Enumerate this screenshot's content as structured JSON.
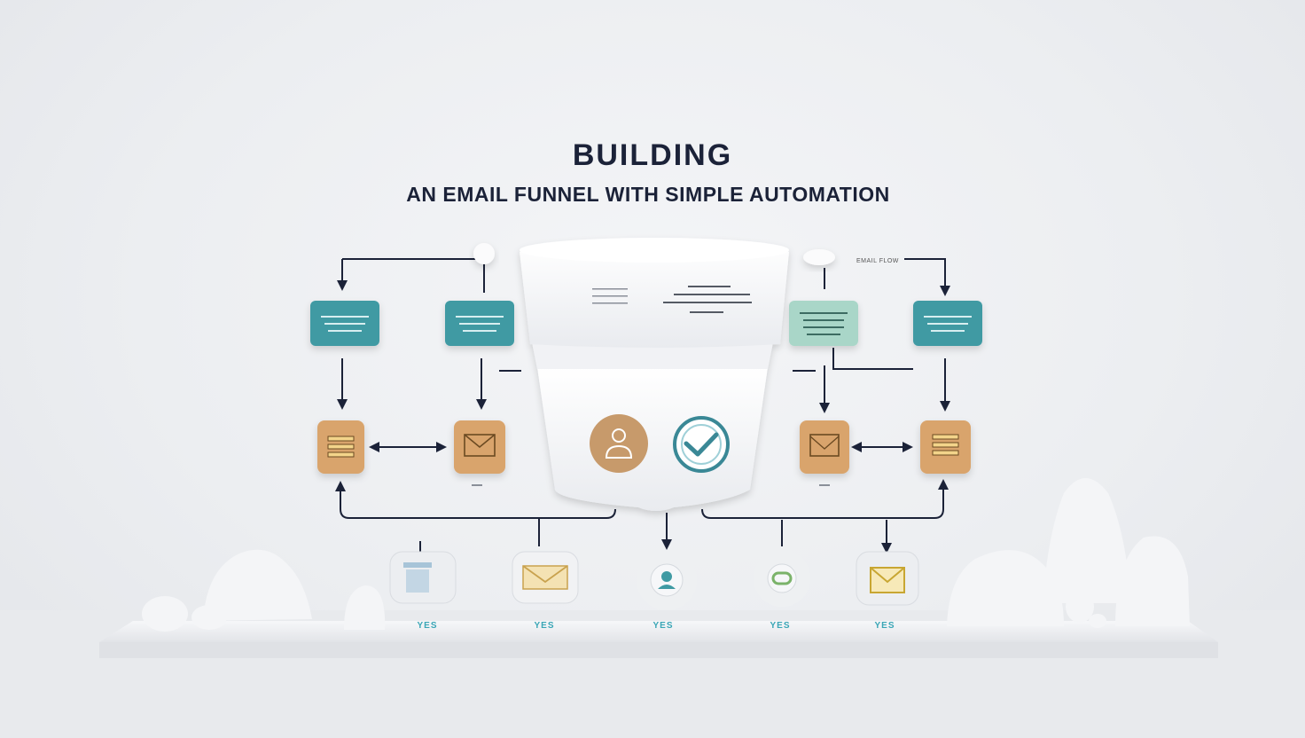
{
  "heading": {
    "title": "BUILDING",
    "subtitle": "AN EMAIL FUNNEL WITH SIMPLE AUTOMATION"
  },
  "top_right_label": "EMAIL FLOW",
  "outcome_labels": [
    "YES",
    "YES",
    "YES",
    "YES",
    "YES"
  ],
  "colors": {
    "teal": "#3f9aa3",
    "mint": "#a9d6c8",
    "amber": "#d9a46c",
    "ink": "#1b2238",
    "funnel": "#f7f8fa"
  },
  "icons": {
    "stack": "list-stack-icon",
    "mail": "envelope-icon",
    "user": "user-icon",
    "check": "check-circle-icon",
    "chart": "chart-icon",
    "pin": "pin-icon",
    "link": "link-icon"
  }
}
